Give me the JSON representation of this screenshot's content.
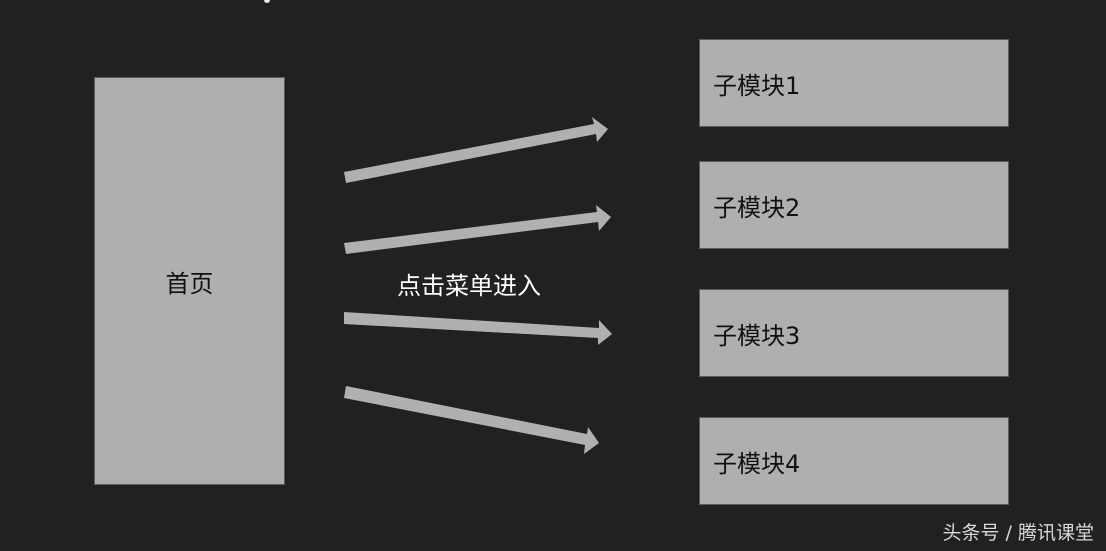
{
  "diagram": {
    "home": {
      "label": "首页"
    },
    "action_label": "点击菜单进入",
    "submodules": [
      {
        "label": "子模块1"
      },
      {
        "label": "子模块2"
      },
      {
        "label": "子模块3"
      },
      {
        "label": "子模块4"
      }
    ],
    "colors": {
      "background": "#212121",
      "box_fill": "#afafaf",
      "arrow": "#b0b0b0",
      "label_text": "#ffffff"
    }
  },
  "watermark": "头条号 / 腾讯课堂"
}
